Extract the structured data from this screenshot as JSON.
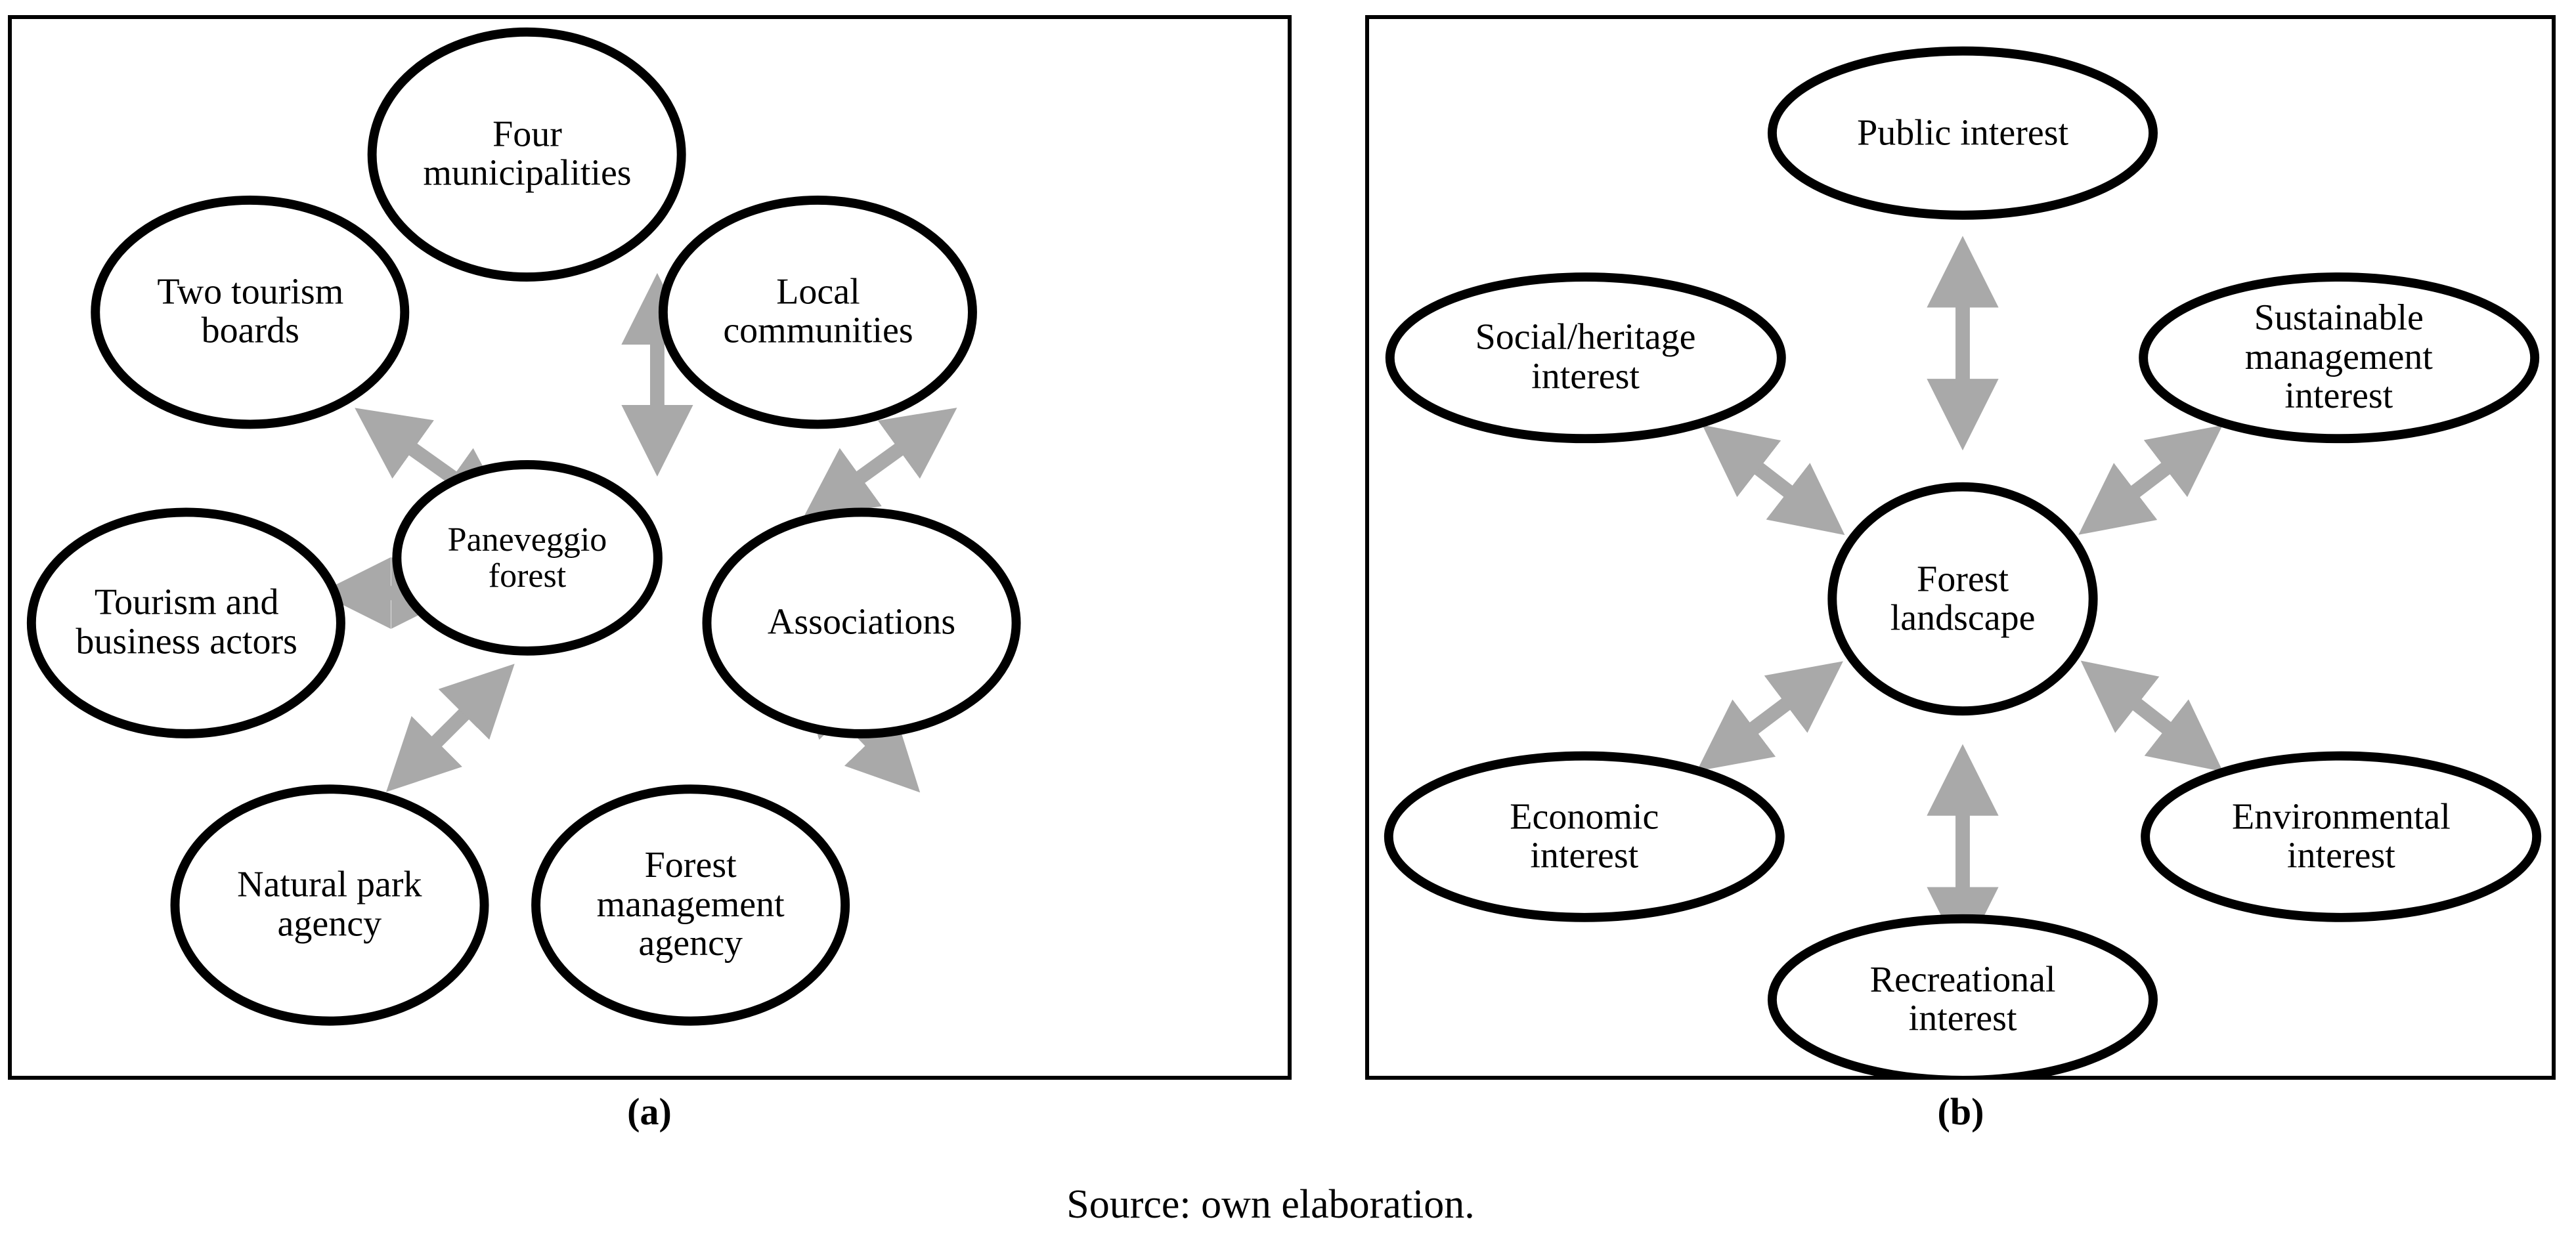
{
  "figure": {
    "source_note": "Source: own elaboration.",
    "ellipse_stroke_color": "#000000",
    "ellipse_fill_color": "#ffffff",
    "arrow_color": "#a9a9a9",
    "panel_border_color": "#000000",
    "background_color": "#ffffff"
  },
  "panels": [
    {
      "id": "a",
      "caption": "(a)",
      "center_node": {
        "label": "Paneveggio\nforest",
        "name": "paneveggio-forest"
      },
      "nodes": [
        {
          "name": "four-municipalities",
          "label": "Four\nmunicipalities"
        },
        {
          "name": "two-tourism-boards",
          "label": "Two tourism\nboards"
        },
        {
          "name": "local-communities",
          "label": "Local\ncommunities"
        },
        {
          "name": "tourism-and-business-actors",
          "label": "Tourism and\nbusiness actors"
        },
        {
          "name": "associations",
          "label": "Associations"
        },
        {
          "name": "natural-park-agency",
          "label": "Natural park\nagency"
        },
        {
          "name": "forest-management-agency",
          "label": "Forest\nmanagement\nagency"
        }
      ],
      "connectors": [
        {
          "name": "connector-four-municipalities",
          "from": "four-municipalities",
          "to": "paneveggio-forest",
          "style": "double-arrow"
        },
        {
          "name": "connector-two-tourism-boards",
          "from": "two-tourism-boards",
          "to": "paneveggio-forest",
          "style": "double-arrow"
        },
        {
          "name": "connector-local-communities",
          "from": "local-communities",
          "to": "paneveggio-forest",
          "style": "double-arrow"
        },
        {
          "name": "connector-tourism-and-business-actors",
          "from": "tourism-and-business-actors",
          "to": "paneveggio-forest",
          "style": "double-arrow"
        },
        {
          "name": "connector-associations",
          "from": "associations",
          "to": "paneveggio-forest",
          "style": "double-arrow"
        },
        {
          "name": "connector-natural-park-agency",
          "from": "natural-park-agency",
          "to": "paneveggio-forest",
          "style": "double-arrow"
        },
        {
          "name": "connector-forest-management-agency",
          "from": "forest-management-agency",
          "to": "paneveggio-forest",
          "style": "double-arrow"
        }
      ]
    },
    {
      "id": "b",
      "caption": "(b)",
      "center_node": {
        "label": "Forest\nlandscape",
        "name": "forest-landscape"
      },
      "nodes": [
        {
          "name": "public-interest",
          "label": "Public interest"
        },
        {
          "name": "social-heritage-interest",
          "label": "Social/heritage\ninterest"
        },
        {
          "name": "sustainable-management-interest",
          "label": "Sustainable\nmanagement\ninterest"
        },
        {
          "name": "economic-interest",
          "label": "Economic\ninterest"
        },
        {
          "name": "environmental-interest",
          "label": "Environmental\ninterest"
        },
        {
          "name": "recreational-interest",
          "label": "Recreational\ninterest"
        }
      ],
      "connectors": [
        {
          "name": "connector-public-interest",
          "from": "public-interest",
          "to": "forest-landscape",
          "style": "double-arrow"
        },
        {
          "name": "connector-social-heritage-interest",
          "from": "social-heritage-interest",
          "to": "forest-landscape",
          "style": "double-arrow"
        },
        {
          "name": "connector-sustainable-management-interest",
          "from": "sustainable-management-interest",
          "to": "forest-landscape",
          "style": "double-arrow"
        },
        {
          "name": "connector-economic-interest",
          "from": "economic-interest",
          "to": "forest-landscape",
          "style": "double-arrow"
        },
        {
          "name": "connector-environmental-interest",
          "from": "environmental-interest",
          "to": "forest-landscape",
          "style": "double-arrow"
        },
        {
          "name": "connector-recreational-interest",
          "from": "recreational-interest",
          "to": "forest-landscape",
          "style": "double-arrow"
        }
      ]
    }
  ]
}
